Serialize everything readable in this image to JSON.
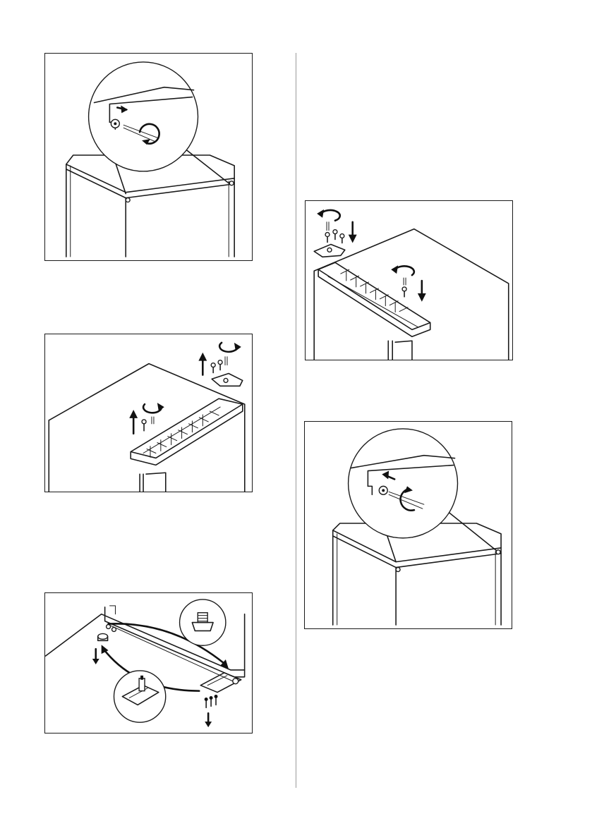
{
  "page": {
    "title": "",
    "figures": [
      {
        "id": "fig-1",
        "depicts": "remove-top-cover-screws-detail"
      },
      {
        "id": "fig-2",
        "depicts": "remove-hinge-cover-and-screws"
      },
      {
        "id": "fig-3",
        "depicts": "move-bottom-hinge-and-foot"
      },
      {
        "id": "fig-4",
        "depicts": "fit-hinge-cover-and-screws"
      },
      {
        "id": "fig-5",
        "depicts": "refit-top-cover-screws-detail"
      }
    ]
  },
  "icons": {
    "arrow": "arrow-icon",
    "rotate": "rotate-icon",
    "screw": "screw-icon",
    "screwdriver": "screwdriver-icon"
  },
  "colors": {
    "line": "#1a1a1a",
    "frame": "#1a1a1a",
    "divider": "#9a9a9a",
    "background": "#ffffff"
  }
}
